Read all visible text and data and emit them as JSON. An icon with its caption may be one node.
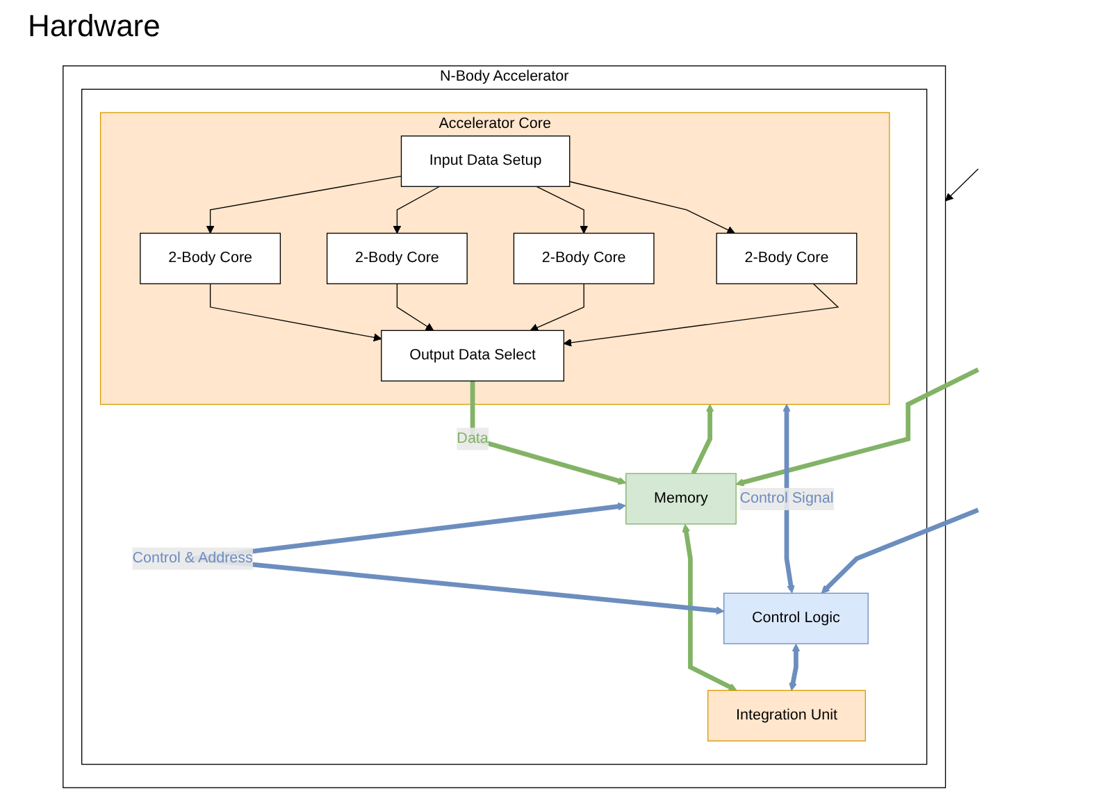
{
  "diagram": {
    "title": "Hardware",
    "nodes": [
      {
        "text": [
          "N-Body Accelerator"
        ]
      },
      {
        "text": [],
        "shape": "box",
        "in": 0
      },
      {
        "text": [
          "Accelerator Core"
        ],
        "in": 1
      },
      {
        "text": [
          "2-Body Core"
        ],
        "in": 2
      },
      {
        "text": [
          "2-Body Core"
        ],
        "in": 2
      },
      {
        "text": [
          "2-Body Core"
        ],
        "in": 2
      },
      {
        "text": [
          "2-Body Core"
        ],
        "in": 2
      },
      {
        "text": [
          "Input Data Setup"
        ],
        "in": 2
      },
      {
        "text": [
          "Output Data Select"
        ],
        "in": 2
      },
      {
        "text": [
          "Integration Unit"
        ],
        "in": 1
      },
      {
        "text": [
          "Memory"
        ],
        "in": 1
      },
      {
        "text": [
          "Control Logic"
        ],
        "in": 1
      }
    ],
    "edges": [
      {
        "from": 7,
        "to": 3,
        "arrow": "to"
      },
      {
        "from": 7,
        "to": 4,
        "arrow": "to"
      },
      {
        "from": 7,
        "to": 5,
        "arrow": "to"
      },
      {
        "from": 7,
        "to": 6,
        "arrow": "to"
      },
      {
        "from": 3,
        "to": 8,
        "arrow": "to"
      },
      {
        "from": 4,
        "to": 8,
        "arrow": "to"
      },
      {
        "from": 5,
        "to": 8,
        "arrow": "to"
      },
      {
        "from": 6,
        "to": 8,
        "arrow": "to"
      },
      {
        "from": 8,
        "to": 10,
        "arrow": "to",
        "label": "Data",
        "style": "thick",
        "color": "#82b366"
      },
      {
        "from": 10,
        "to": 2,
        "arrow": "to",
        "style": "thick",
        "color": "#82b366"
      },
      {
        "from": 10,
        "to": 9,
        "arrow": "both",
        "style": "thick",
        "color": "#82b366"
      },
      {
        "from": 10,
        "to": 11,
        "arrow": "both",
        "label": "Control & Address",
        "style": "thick",
        "color": "#6c8ebf"
      },
      {
        "from": 11,
        "to": 9,
        "arrow": "both",
        "style": "thick",
        "color": "#6c8ebf"
      },
      {
        "from": 11,
        "to": 2,
        "arrow": "both",
        "label": "Control Signal",
        "style": "thick",
        "color": "#6c8ebf"
      },
      {
        "from": null,
        "to": 10,
        "arrow": "to",
        "style": "thick",
        "color": "#82b366"
      },
      {
        "from": null,
        "to": 11,
        "arrow": "to",
        "style": "thick",
        "color": "#6c8ebf"
      },
      {
        "from": null,
        "to": 0,
        "arrow": "to"
      }
    ]
  }
}
